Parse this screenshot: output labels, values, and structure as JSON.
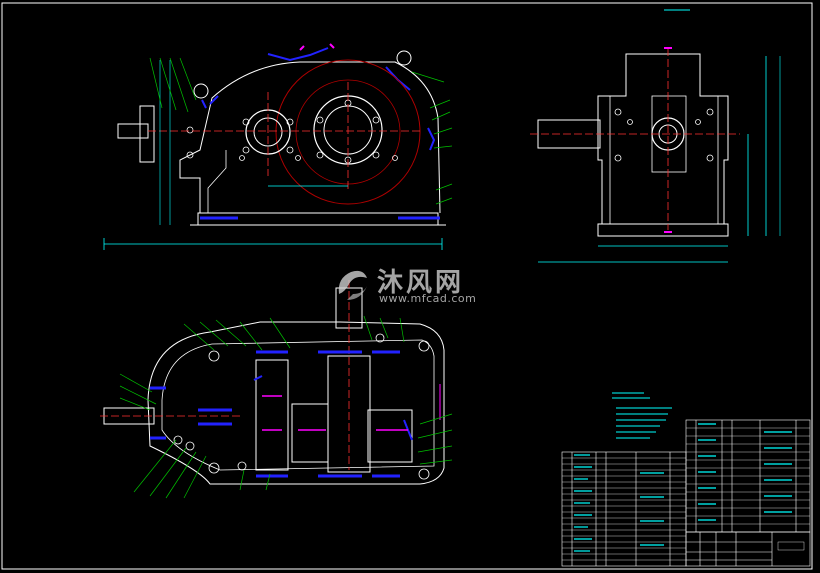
{
  "watermark": {
    "brand_cn": "沐风网",
    "url": "www.mfcad.com",
    "icon": "mfcad-logo-icon"
  },
  "colors": {
    "background": "#000000",
    "outline": "#ffffff",
    "hidden_parts": "#2222ff",
    "dimension": "#00ffff",
    "leaders": "#00c000",
    "center_lines": "#ff3030",
    "gear_pitch": "#b00000",
    "highlight": "#ff00ff",
    "table_lines": "#ffffff",
    "notes": "#00ffff"
  },
  "drawing": {
    "views": [
      "front-view",
      "side-view",
      "top-view"
    ],
    "has_parts_list": true,
    "has_title_block": true,
    "has_technical_notes": true
  }
}
